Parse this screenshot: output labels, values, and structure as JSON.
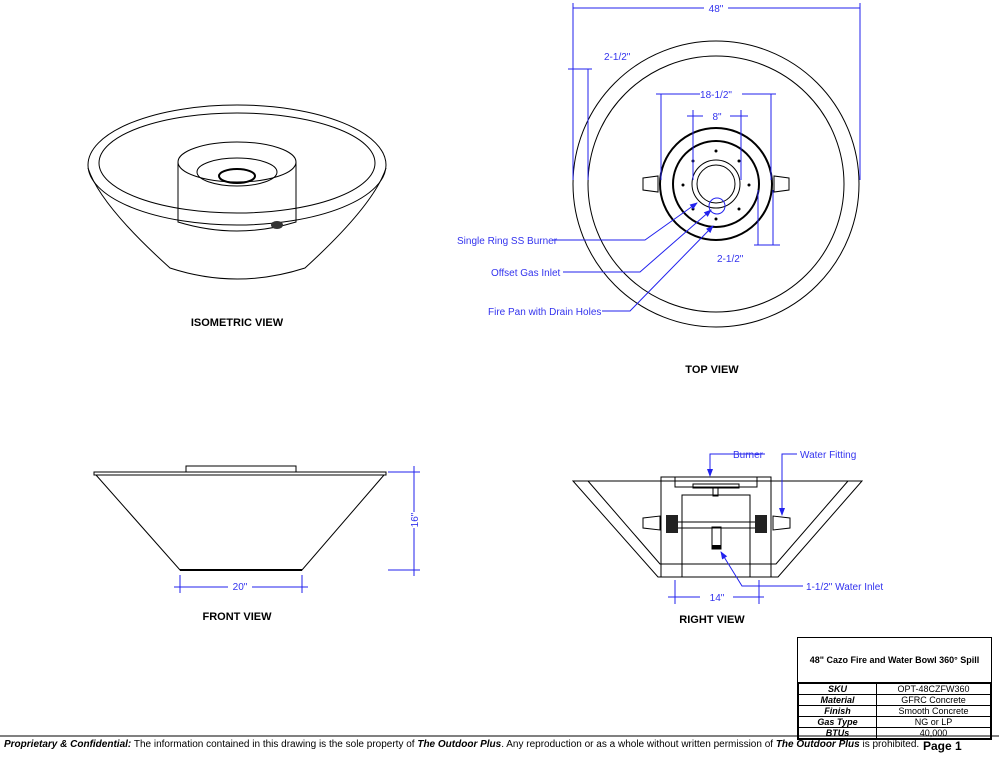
{
  "views": {
    "isometric": "ISOMETRIC VIEW",
    "top": "TOP VIEW",
    "front": "FRONT VIEW",
    "right": "RIGHT VIEW"
  },
  "dimensions": {
    "top_width": "48\"",
    "rim": "2-1/2\"",
    "pan_outer": "18-1/2\"",
    "pan_inner": "8\"",
    "rim_pan": "2-1/2\"",
    "front_height": "16\"",
    "front_base": "20\"",
    "right_base": "14\""
  },
  "callouts": {
    "burner_ring": "Single Ring SS Burner",
    "gas_inlet": "Offset Gas Inlet",
    "fire_pan": "Fire Pan with Drain Holes",
    "burner": "Burner",
    "water_fitting": "Water Fitting",
    "water_inlet": "1-1/2\" Water Inlet"
  },
  "title_block": {
    "title": "48\" Cazo Fire and Water Bowl 360° Spill",
    "rows": [
      {
        "label": "SKU",
        "value": "OPT-48CZFW360"
      },
      {
        "label": "Material",
        "value": "GFRC Concrete"
      },
      {
        "label": "Finish",
        "value": "Smooth Concrete"
      },
      {
        "label": "Gas Type",
        "value": "NG or LP"
      },
      {
        "label": "BTUs",
        "value": "40,000"
      }
    ]
  },
  "footer": {
    "lead": "Proprietary & Confidential:",
    "text1": " The information contained in this drawing is the sole property of ",
    "company1": "The Outdoor Plus",
    "text2": ". Any reproduction or as a whole without written permission of ",
    "company2": "The Outdoor Plus",
    "text3": " is prohibited.",
    "page": "Page 1"
  }
}
